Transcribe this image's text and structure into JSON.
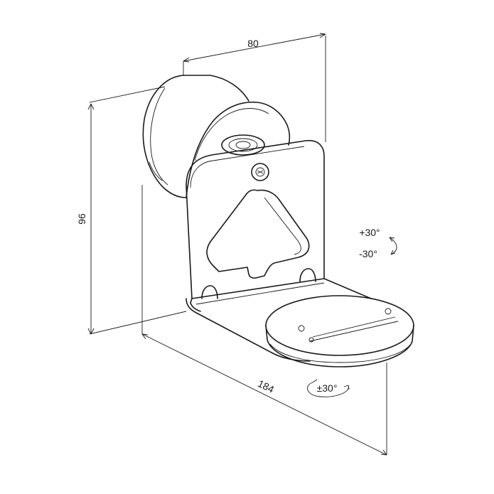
{
  "dimensions": {
    "width": "80",
    "height": "96",
    "depth": "184"
  },
  "rotation": {
    "tilt_up": "+30°",
    "tilt_down": "-30°",
    "swivel": "±30°"
  },
  "colors": {
    "line": "#1a1a1a",
    "background": "#ffffff"
  }
}
